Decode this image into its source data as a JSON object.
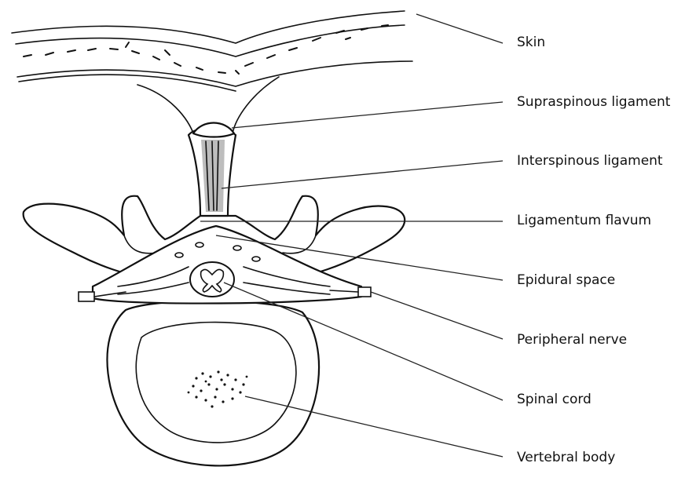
{
  "labels": {
    "skin": "Skin",
    "supraspinous_ligament": "Supraspinous ligament",
    "interspinous_ligament": "Interspinous ligament",
    "ligamentum_flavum": "Ligamentum flavum",
    "epidural_space": "Epidural space",
    "peripheral_nerve": "Peripheral nerve",
    "spinal_cord": "Spinal cord",
    "vertebral_body": "Vertebral body"
  }
}
